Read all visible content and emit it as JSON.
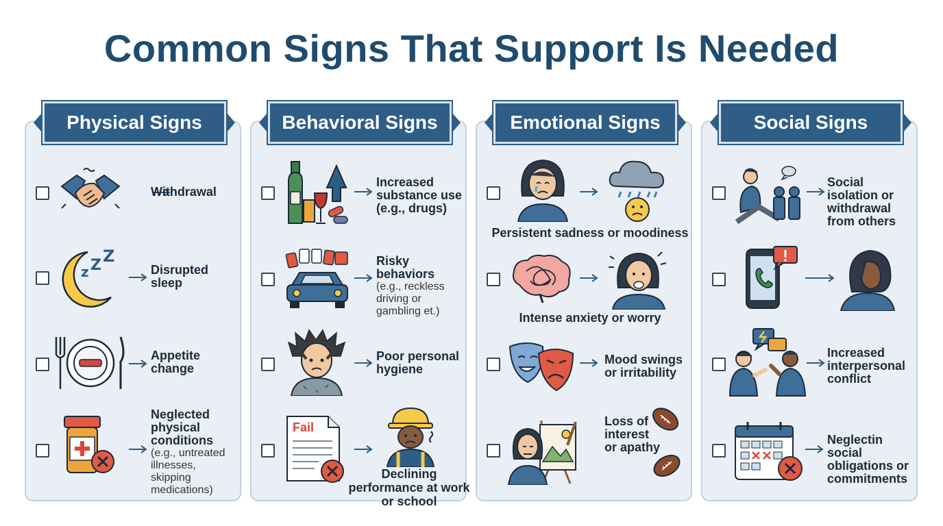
{
  "title": "Common Signs That Support Is Needed",
  "colors": {
    "title": "#1f4b6e",
    "header": "#2e5d86",
    "panel": "#e9eff5",
    "alert": "#d9473a"
  },
  "columns": [
    {
      "header": "Physical Signs",
      "items": [
        {
          "icon": "handshake-icon",
          "label": "Withdrawal"
        },
        {
          "icon": "moon-sleep-icon",
          "label": "Disrupted sleep"
        },
        {
          "icon": "plate-utensils-icon",
          "label": "Appetite change"
        },
        {
          "icon": "pill-bottle-icon",
          "label": "Neglected physical conditions",
          "sublabel": "(e.g., untreated illnesses, skipping medications)"
        }
      ]
    },
    {
      "header": "Behavioral Signs",
      "items": [
        {
          "icon": "bottles-pills-icon",
          "label": "Increased substance use (e.g., drugs)"
        },
        {
          "icon": "car-cards-icon",
          "label": "Risky behaviors",
          "sublabel": "(e.g., reckless driving or gambling et.)"
        },
        {
          "icon": "messy-person-icon",
          "label": "Poor personal hygiene"
        },
        {
          "icon": "fail-worker-icon",
          "label": "Declining performance at work or school",
          "fail_text": "Fail"
        }
      ]
    },
    {
      "header": "Emotional Signs",
      "items": [
        {
          "icon": "sad-woman-cloud-icon",
          "label": "Persistent sadness or moodiness"
        },
        {
          "icon": "brain-anxious-icon",
          "label": "Intense anxiety or worry"
        },
        {
          "icon": "masks-icon",
          "label": "Mood swings or irritability"
        },
        {
          "icon": "easel-football-icon",
          "label": "Loss of interest or apathy"
        }
      ]
    },
    {
      "header": "Social Signs",
      "items": [
        {
          "icon": "isolated-person-icon",
          "label": "Social isolation or withdrawal from others"
        },
        {
          "icon": "phone-person-icon",
          "label": ""
        },
        {
          "icon": "arguing-people-icon",
          "label": "Increased interpersonal conflict"
        },
        {
          "icon": "calendar-x-icon",
          "label": "Neglectin social obligations or commitments"
        }
      ]
    }
  ]
}
